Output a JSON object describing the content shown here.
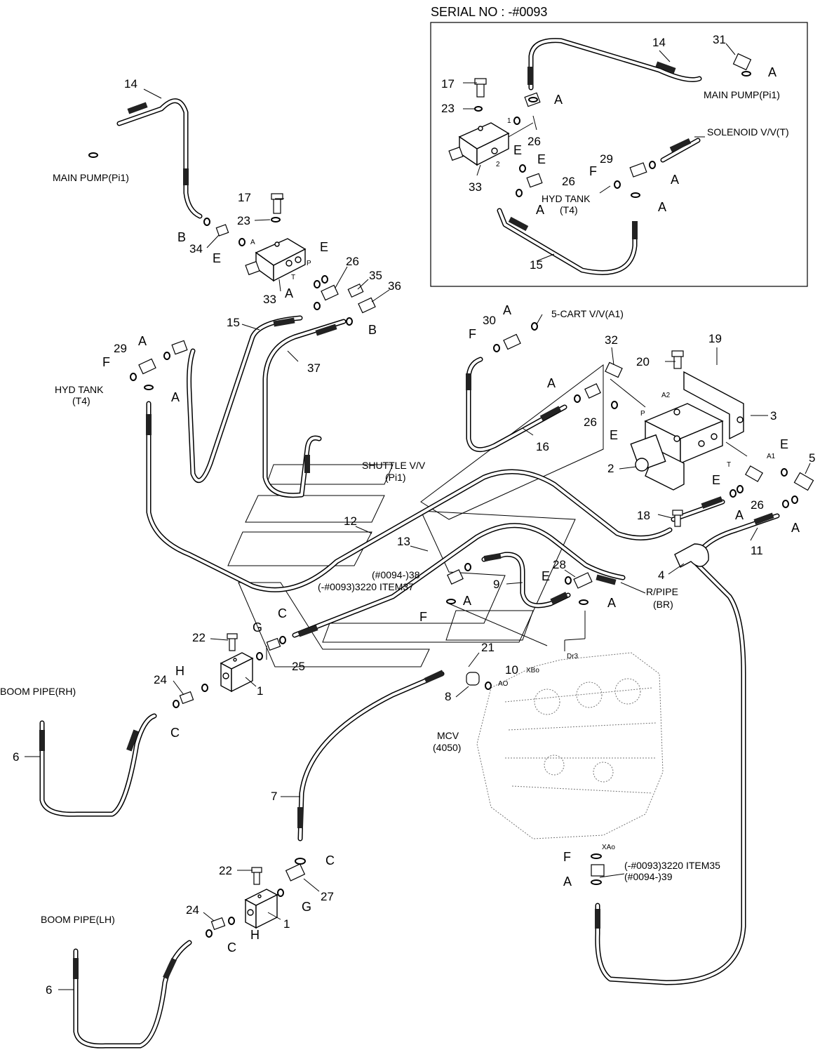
{
  "serial_box": {
    "title": "SERIAL NO : -#0093"
  },
  "labels": {
    "main_pump_pi1": "MAIN PUMP(Pi1)",
    "hyd_tank": "HYD TANK",
    "t4": "(T4)",
    "shuttle_vv": "SHUTTLE V/V",
    "pi1": "(Pi1)",
    "cart_vv": "5-CART V/V(A1)",
    "solenoid_vv": "SOLENOID V/V(T)",
    "r_pipe": "R/PIPE",
    "br": "(BR)",
    "boom_pipe_rh": "BOOM PIPE(RH)",
    "boom_pipe_lh": "BOOM PIPE(LH)",
    "mcv": "MCV",
    "mcv_code": "(4050)",
    "note_38_a": "(#0094-)38",
    "note_38_b": "(-#0093)3220 ITEM37",
    "note_35_a": "(-#0093)3220 ITEM35",
    "note_35_b": "(#0094-)39"
  },
  "port_labels": {
    "A": "A",
    "P": "P",
    "T": "T",
    "A2": "A2",
    "A1": "A1",
    "one": "1",
    "two": "2",
    "dr3": "Dr3",
    "xbo": "XBo",
    "ao": "AO",
    "xao": "XAo"
  },
  "letters": {
    "A": "A",
    "B": "B",
    "C": "C",
    "E": "E",
    "F": "F",
    "G": "G",
    "H": "H"
  },
  "numbers": {
    "n1": "1",
    "n2": "2",
    "n3": "3",
    "n4": "4",
    "n5": "5",
    "n6": "6",
    "n7": "7",
    "n8": "8",
    "n9": "9",
    "n10": "10",
    "n11": "11",
    "n12": "12",
    "n13": "13",
    "n14": "14",
    "n15": "15",
    "n16": "16",
    "n17": "17",
    "n18": "18",
    "n19": "19",
    "n20": "20",
    "n21": "21",
    "n22": "22",
    "n23": "23",
    "n24": "24",
    "n25": "25",
    "n26": "26",
    "n27": "27",
    "n28": "28",
    "n29": "29",
    "n30": "30",
    "n31": "31",
    "n32": "32",
    "n33": "33",
    "n34": "34",
    "n35": "35",
    "n36": "36",
    "n37": "37"
  }
}
